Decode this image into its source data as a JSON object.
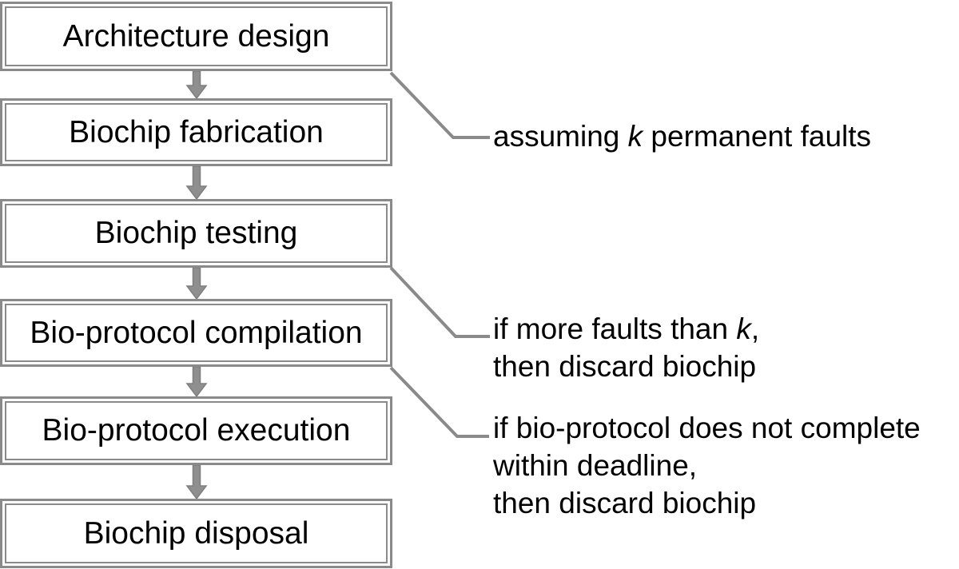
{
  "colors": {
    "line_gray": "#8a8a8a",
    "arrow_fill": "#8f8f8f",
    "arrow_outline": "#7e7e7e",
    "text": "#000000",
    "background": "#ffffff"
  },
  "flowchart": {
    "boxes": [
      {
        "label": "Architecture design"
      },
      {
        "label": "Biochip fabrication"
      },
      {
        "label": "Biochip testing"
      },
      {
        "label": "Bio-protocol compilation"
      },
      {
        "label": "Bio-protocol execution"
      },
      {
        "label": "Biochip disposal"
      }
    ]
  },
  "annotations": {
    "assuming": {
      "pre": "assuming ",
      "italic": "k",
      "post": " permanent faults"
    },
    "faults": {
      "line1_pre": "if more faults than ",
      "line1_italic": "k",
      "line1_post": ",",
      "line2": "then discard biochip"
    },
    "deadline": {
      "line1": "if bio-protocol does not complete",
      "line2": "within deadline,",
      "line3": "then discard biochip"
    }
  }
}
